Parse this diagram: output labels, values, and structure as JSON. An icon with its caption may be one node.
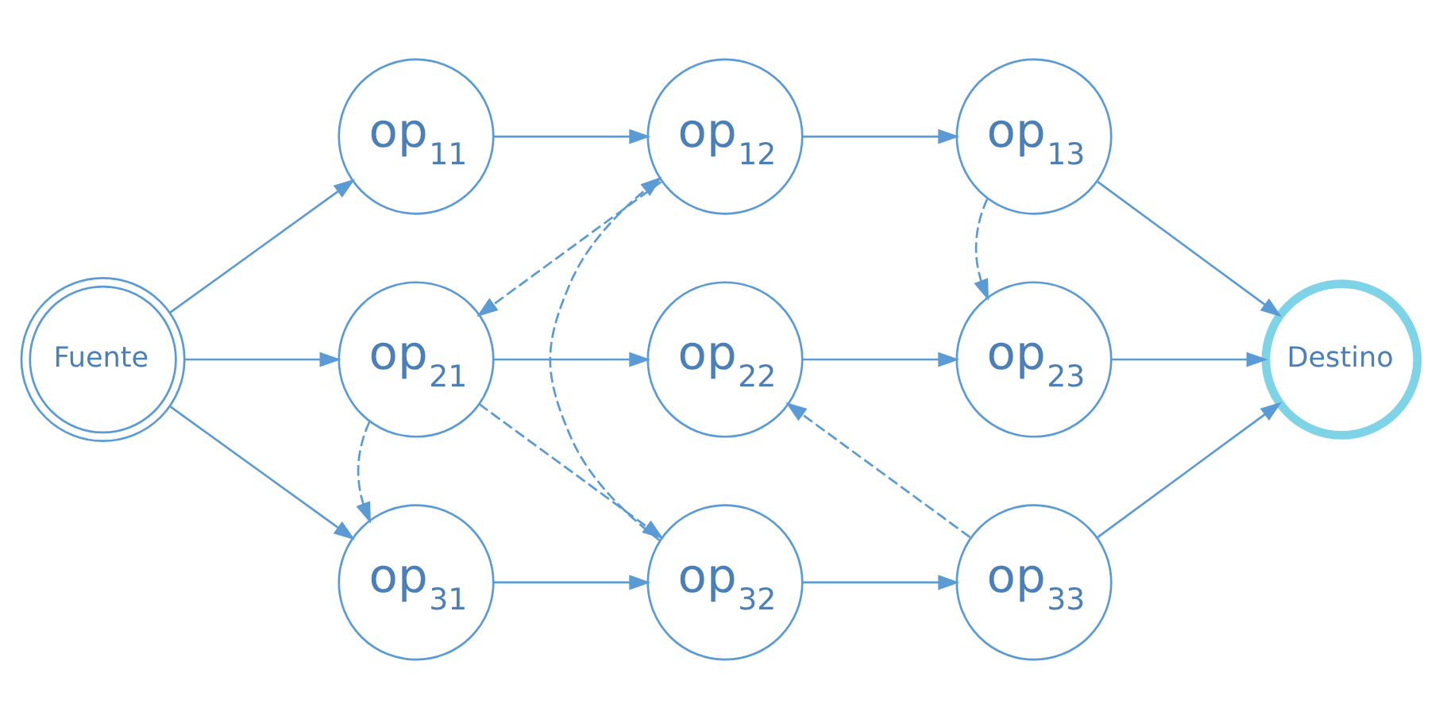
{
  "diagram": {
    "nodes": [
      {
        "text": [
          "Fuente"
        ]
      },
      {
        "text": [
          "op$_{11}$"
        ]
      },
      {
        "text": [
          "op$_{12}$"
        ]
      },
      {
        "text": [
          "op$_{13}$"
        ]
      },
      {
        "text": [
          "op$_{21}$"
        ]
      },
      {
        "text": [
          "op$_{22}$"
        ]
      },
      {
        "text": [
          "op$_{23}$"
        ]
      },
      {
        "text": [
          "op$_{31}$"
        ]
      },
      {
        "text": [
          "op$_{32}$"
        ]
      },
      {
        "text": [
          "op$_{33}$"
        ]
      },
      {
        "text": [
          "Destino"
        ]
      }
    ],
    "edges": [
      {
        "from": 0,
        "to": 1,
        "arrow": "to"
      },
      {
        "from": 0,
        "to": 4,
        "arrow": "to"
      },
      {
        "from": 0,
        "to": 7,
        "arrow": "to"
      },
      {
        "from": 1,
        "to": 2,
        "arrow": "to"
      },
      {
        "from": 2,
        "to": 3,
        "arrow": "to"
      },
      {
        "from": 3,
        "to": 10,
        "arrow": "to"
      },
      {
        "from": 4,
        "to": 5,
        "arrow": "to"
      },
      {
        "from": 5,
        "to": 6,
        "arrow": "to"
      },
      {
        "from": 6,
        "to": 10,
        "arrow": "to"
      },
      {
        "from": 7,
        "to": 8,
        "arrow": "to"
      },
      {
        "from": 8,
        "to": 9,
        "arrow": "to"
      },
      {
        "from": 9,
        "to": 10,
        "arrow": "to"
      },
      {
        "from": 2,
        "to": 4,
        "arrow": "to",
        "style": "dashed"
      },
      {
        "from": 3,
        "to": 6,
        "arrow": "to",
        "style": "dashed"
      },
      {
        "from": 4,
        "to": 7,
        "arrow": "to",
        "style": "dashed"
      },
      {
        "from": 4,
        "to": 8,
        "arrow": "to",
        "style": "dashed"
      },
      {
        "from": 8,
        "to": 2,
        "arrow": "to",
        "style": "dashed"
      },
      {
        "from": 9,
        "to": 5,
        "arrow": "to",
        "style": "dashed"
      }
    ]
  }
}
